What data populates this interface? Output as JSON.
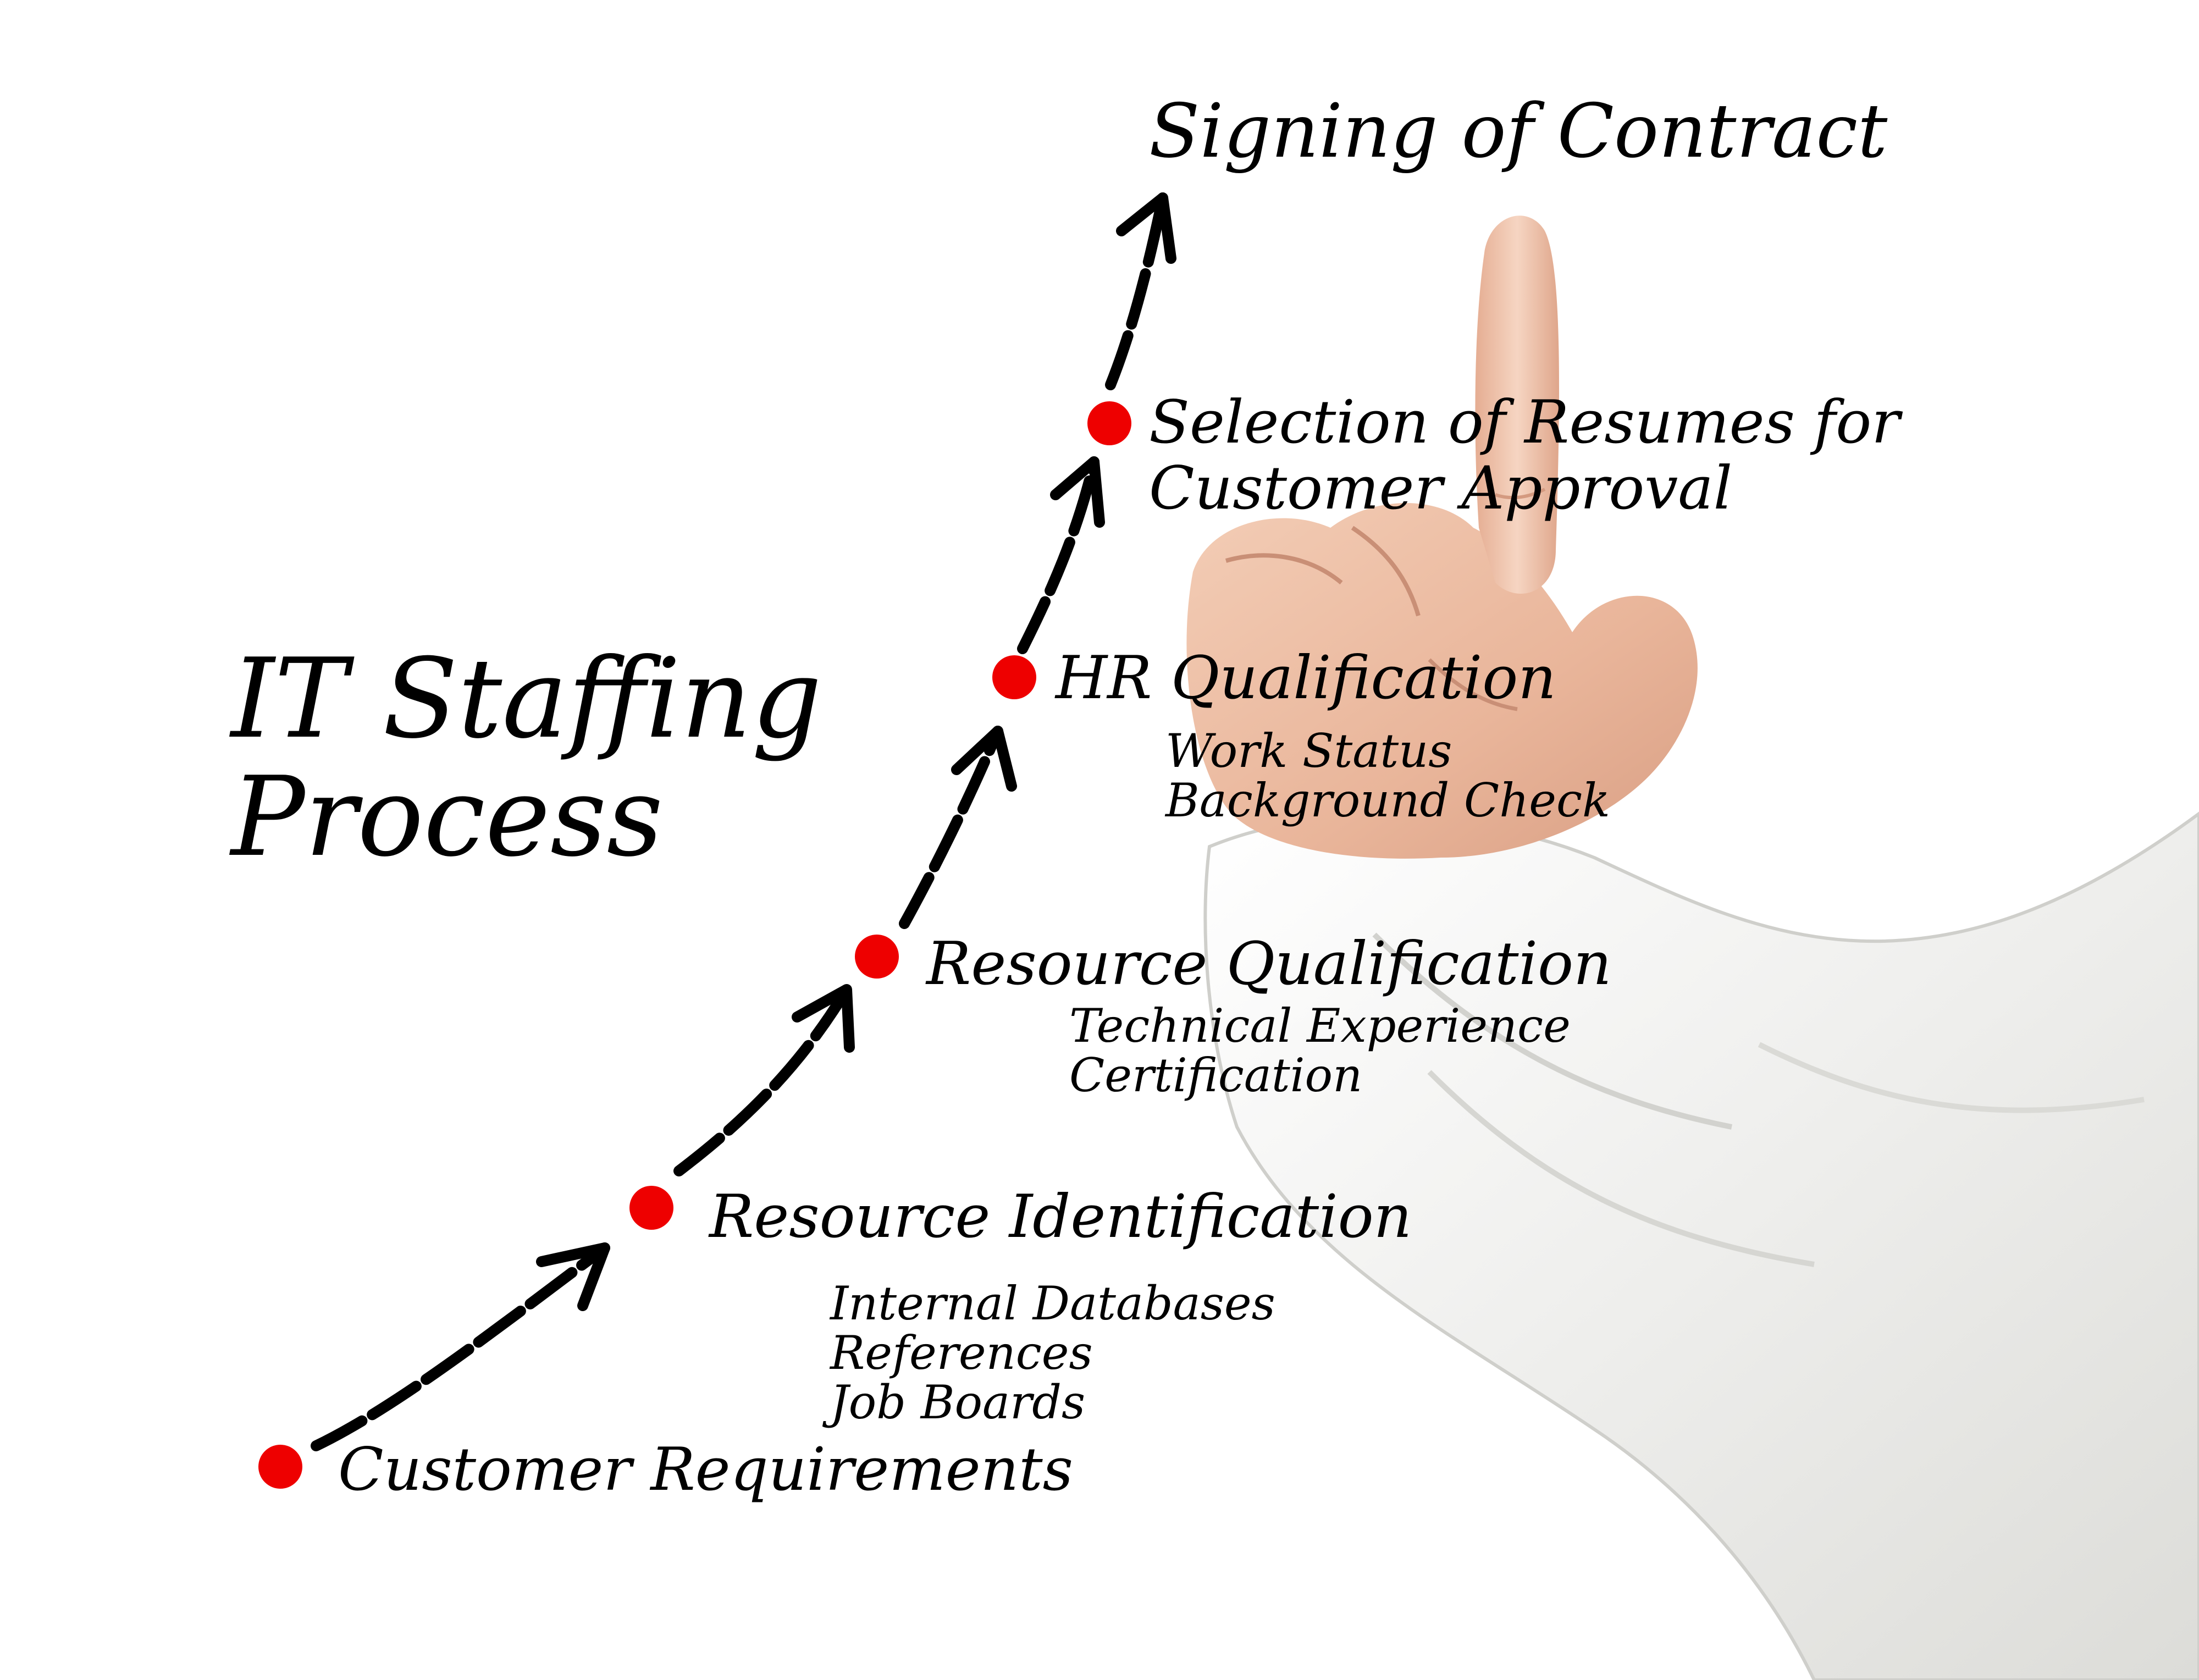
{
  "diagram": {
    "title": [
      "IT Staffing",
      "Process"
    ],
    "final_step": "Signing of Contract",
    "marker_color": "#ee0000",
    "ink_color": "#000000",
    "steps": [
      {
        "label": [
          "Customer Requirements"
        ],
        "details": []
      },
      {
        "label": [
          "Resource Identification"
        ],
        "details": [
          "Internal Databases",
          "References",
          "Job Boards"
        ]
      },
      {
        "label": [
          "Resource Qualification"
        ],
        "details": [
          "Technical Experience",
          "Certification"
        ]
      },
      {
        "label": [
          "HR Qualification"
        ],
        "details": [
          "Work Status",
          "Background Check"
        ]
      },
      {
        "label": [
          "Selection of Resumes for",
          "Customer Approval"
        ],
        "details": []
      }
    ],
    "hand_icon": "pointing-hand-icon"
  }
}
